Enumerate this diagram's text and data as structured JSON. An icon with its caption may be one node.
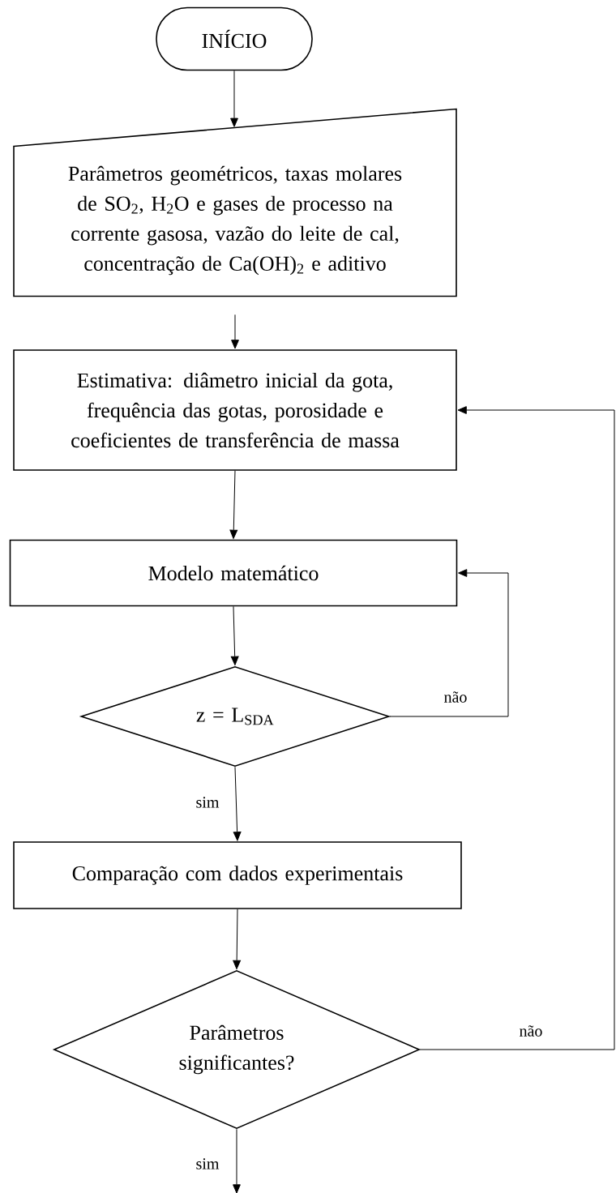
{
  "diagram": {
    "nodes": [
      {
        "text": [
          "INÍCIO"
        ]
      },
      {
        "text": [
          "Parâmetros geométricos, taxas molares de SO$_{2}$, H$_{2}$O e gases de processo na corrente gasosa, vazão do leite de cal, concentração de Ca(OH)$_{2}$ e aditivo"
        ]
      },
      {
        "text": [
          "Estimativa: diâmetro inicial da gota, frequência das gotas, porosidade e coeficientes de transferência de massa"
        ]
      },
      {
        "text": [
          "Modelo matemático"
        ]
      },
      {
        "text": [
          "z = L$_{SDA}$"
        ]
      },
      {
        "text": [
          "Comparação com dados experimentais"
        ]
      },
      {
        "text": [
          "Parâmetros significantes?"
        ]
      }
    ],
    "edges": [
      {
        "from": 0,
        "to": 1,
        "arrow": "to"
      },
      {
        "from": 1,
        "to": 2,
        "arrow": "to"
      },
      {
        "from": 2,
        "to": 3,
        "arrow": "to"
      },
      {
        "from": 3,
        "to": 4,
        "arrow": "to"
      },
      {
        "from": 4,
        "to": 5,
        "arrow": "to",
        "label": "sim"
      },
      {
        "from": 4,
        "to": 3,
        "arrow": "to",
        "label": "não"
      },
      {
        "from": 5,
        "to": 6,
        "arrow": "to"
      },
      {
        "from": 6,
        "to": 2,
        "arrow": "to",
        "label": "não"
      },
      {
        "from": 6,
        "to": null,
        "arrow": "to",
        "label": "sim"
      }
    ]
  }
}
